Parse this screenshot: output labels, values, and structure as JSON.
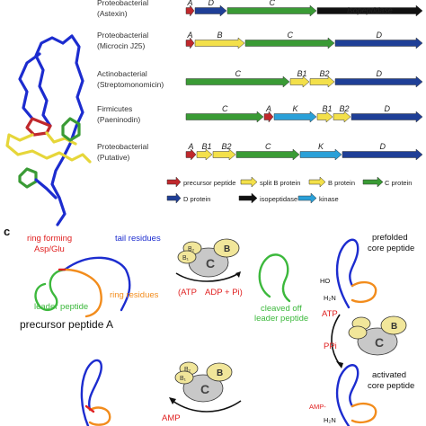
{
  "panel_c_label": "c",
  "colors": {
    "precursor": "#c0282c",
    "split_b": "#f3e04a",
    "b_protein": "#f3e04a",
    "c_protein": "#3a9b35",
    "d_protein": "#1f3f97",
    "isopeptidase": "#111111",
    "kinase": "#2aa0d8",
    "tail": "#1c2ccf",
    "ring": "#f28c1c",
    "leader": "#3cb83c",
    "ring_forming": "#e02020"
  },
  "clusters": [
    {
      "phylum": "Proteobacterial",
      "organism": "(Astexin)",
      "genes": [
        "A",
        "D",
        "C",
        "Isopeptidase"
      ]
    },
    {
      "phylum": "Proteobacterial",
      "organism": "(Microcin J25)",
      "genes": [
        "A",
        "B",
        "C",
        "D"
      ]
    },
    {
      "phylum": "Actinobacterial",
      "organism": "(Streptomonomicin)",
      "genes": [
        "C",
        "B1",
        "B2",
        "D"
      ]
    },
    {
      "phylum": "Firmicutes",
      "organism": "(Paeninodin)",
      "genes": [
        "C",
        "A",
        "K",
        "B1",
        "B2",
        "D"
      ]
    },
    {
      "phylum": "Proteobacterial",
      "organism": "(Putative)",
      "genes": [
        "A",
        "B1",
        "B2",
        "C",
        "K",
        "D"
      ]
    }
  ],
  "legend": {
    "precursor": "precursor peptide",
    "split_b": "split B protein",
    "b_protein": "B protein",
    "c_protein": "C protein",
    "d_protein": "D protein",
    "isopeptidase": "isopeptidase",
    "kinase": "kinase"
  },
  "mechanism": {
    "ring_forming": "ring forming",
    "asp_glu": "Asp/Glu",
    "tail_residues": "tail residues",
    "ring_residues": "ring residues",
    "leader_peptide": "leader peptide",
    "precursor_peptide_a": "precursor peptide A",
    "atp_left": "(ATP",
    "adp_pi": "ADP + Pi)",
    "cleaved_off": "cleaved off",
    "leader_peptide_2": "leader peptide",
    "prefolded": "prefolded",
    "core_peptide": "core peptide",
    "atp": "ATP",
    "ppi": "PPi",
    "activated": "activated",
    "core_peptide_2": "core peptide",
    "amp": "AMP",
    "amp_o": "AMP-",
    "ho": "HO",
    "h2n": "H₂N",
    "h2n_2": "H₂N",
    "enzyme_c": "C",
    "enzyme_b": "B",
    "enzyme_b1": "B₁",
    "enzyme_b2": "B₂"
  }
}
